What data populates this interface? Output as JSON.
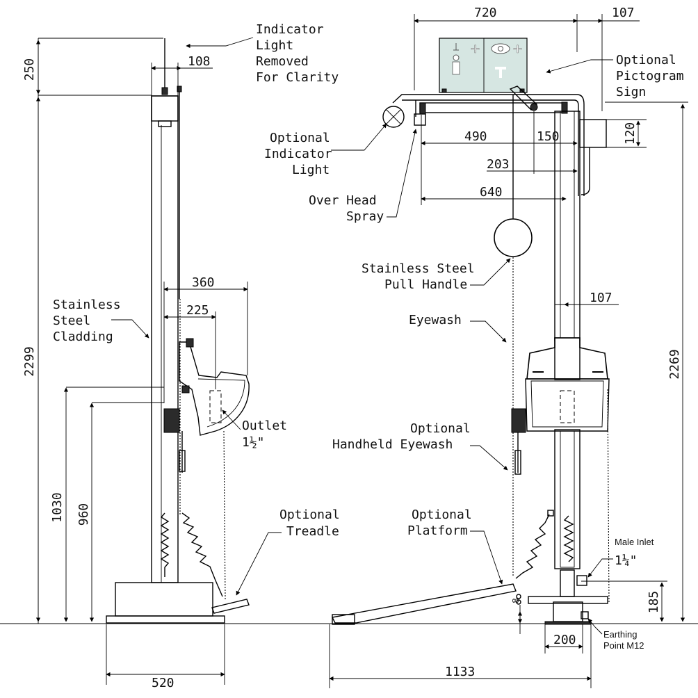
{
  "side_view": {
    "dims": {
      "total_height": "2299",
      "top": "250",
      "depth": "108",
      "bowl_width": "360",
      "bowl_inner": "225",
      "bowl_height": "1030",
      "outlet_height": "960",
      "base_width": "520"
    },
    "labels": {
      "indicator_l1": "Indicator",
      "indicator_l2": "Light",
      "indicator_l3": "Removed",
      "indicator_l4": "For Clarity",
      "cladding_l1": "Stainless",
      "cladding_l2": "Steel",
      "cladding_l3": "Cladding",
      "outlet_l1": "Outlet",
      "outlet_l2": "1½\"",
      "treadle_l1": "Optional",
      "treadle_l2": "Treadle"
    }
  },
  "front_view": {
    "dims": {
      "sign_width": "720",
      "sign_offset": "107",
      "arm_490": "490",
      "arm_150": "150",
      "arm_203": "203",
      "arm_640": "640",
      "box_120": "120",
      "pipe_107": "107",
      "total_height": "2269",
      "inlet_height": "185",
      "platform_8": "8",
      "foot_200": "200",
      "platform_length": "1133"
    },
    "labels": {
      "pictogram_l1": "Optional",
      "pictogram_l2": "Pictogram",
      "pictogram_l3": "Sign",
      "indicator_l1": "Optional",
      "indicator_l2": "Indicator",
      "indicator_l3": "Light",
      "overhead_l1": "Over Head",
      "overhead_l2": "Spray",
      "pull_l1": "Stainless Steel",
      "pull_l2": "Pull Handle",
      "eyewash": "Eyewash",
      "handheld_l1": "Optional",
      "handheld_l2": "Handheld Eyewash",
      "platform_l1": "Optional",
      "platform_l2": "Platform",
      "inlet_l1": "Male Inlet",
      "inlet_l2": "1¼\"",
      "earthing_l1": "Earthing",
      "earthing_l2": "Point M12"
    }
  },
  "colors": {
    "line": "#000000",
    "sign_fill": "#d6e6e2",
    "background": "#ffffff"
  }
}
